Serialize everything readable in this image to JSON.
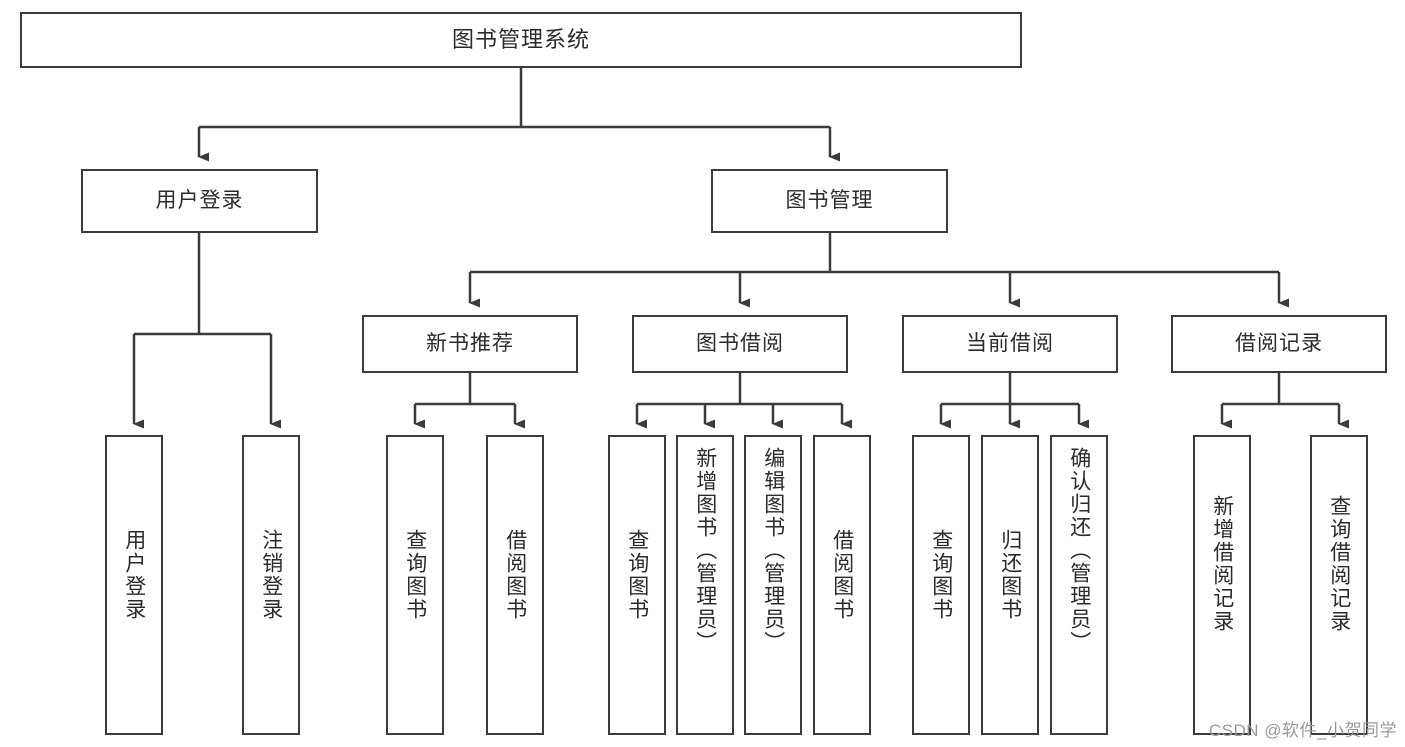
{
  "diagram": {
    "title": "图书管理系统",
    "type": "tree-hierarchy",
    "orientation": "top-down",
    "root": {
      "label": "图书管理系统"
    },
    "level2": [
      {
        "label": "用户登录"
      },
      {
        "label": "图书管理"
      }
    ],
    "level3": [
      {
        "label": "新书推荐",
        "parent": "图书管理"
      },
      {
        "label": "图书借阅",
        "parent": "图书管理"
      },
      {
        "label": "当前借阅",
        "parent": "图书管理"
      },
      {
        "label": "借阅记录",
        "parent": "图书管理"
      }
    ],
    "leaves": {
      "user_login": [
        {
          "label": "用户登录"
        },
        {
          "label": "注销登录"
        }
      ],
      "new_book": [
        {
          "label": "查询图书"
        },
        {
          "label": "借阅图书"
        }
      ],
      "borrow_book": [
        {
          "label": "查询图书"
        },
        {
          "label": "新增图书（管理员）"
        },
        {
          "label": "编辑图书（管理员）"
        },
        {
          "label": "借阅图书"
        }
      ],
      "current_borrow": [
        {
          "label": "查询图书"
        },
        {
          "label": "归还图书"
        },
        {
          "label": "确认归还（管理员）"
        }
      ],
      "borrow_record": [
        {
          "label": "新增借阅记录"
        },
        {
          "label": "查询借阅记录"
        }
      ]
    }
  },
  "watermark": {
    "text": "CSDN @软件_小贺同学"
  },
  "colors": {
    "border": "#3b3b3b",
    "text": "#2b2b2b",
    "background": "#ffffff",
    "watermark": "#9a9a9a"
  }
}
